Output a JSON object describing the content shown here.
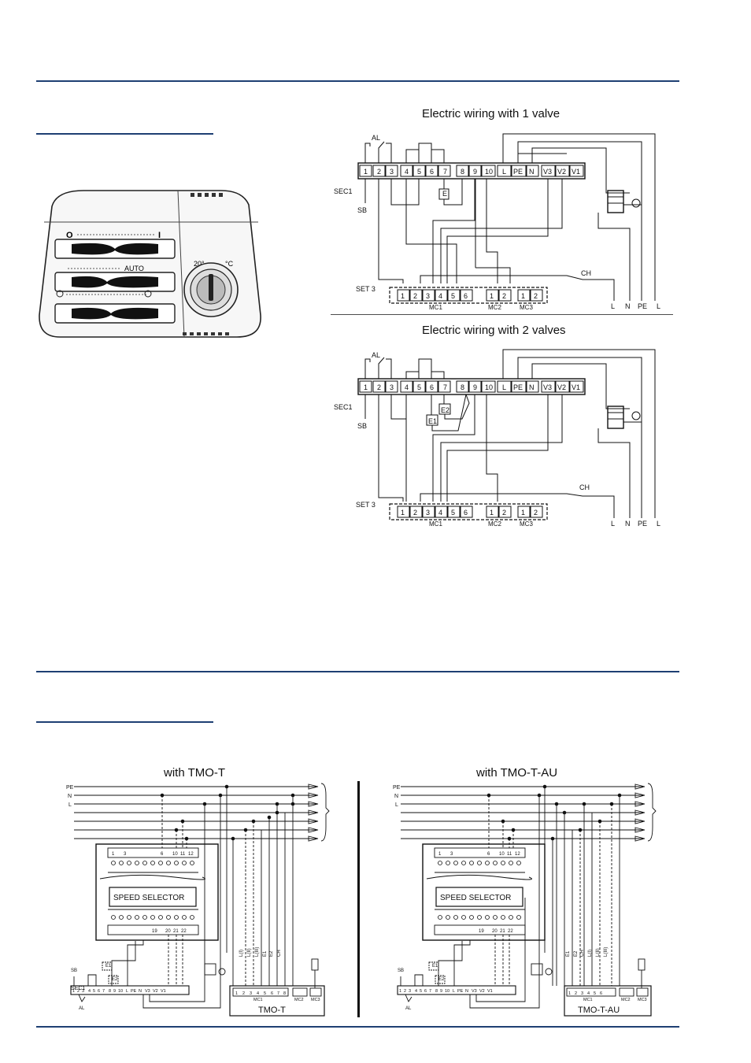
{
  "section1": {
    "title_1valve": "Electric wiring with 1 valve",
    "title_2valves": "Electric wiring with 2 valves",
    "thermostat": {
      "labels": [
        "O",
        "I",
        "AUTO",
        "20°",
        "°C"
      ]
    },
    "terminals_top": [
      "1",
      "2",
      "3",
      "4",
      "5",
      "6",
      "7",
      "8",
      "9",
      "10",
      "L",
      "PE",
      "N",
      "V3",
      "V2",
      "V1"
    ],
    "labels": {
      "al": "AL",
      "sec1": "SEC1",
      "sb": "SB",
      "e": "E",
      "e1": "E1",
      "e2": "E2",
      "ch": "CH",
      "set3": "SET 3",
      "mc1": "MC1",
      "mc2": "MC2",
      "mc3": "MC3",
      "supply": [
        "L",
        "N",
        "PE",
        "L"
      ]
    },
    "terminals_bottom_mc1": [
      "1",
      "2",
      "3",
      "4",
      "5",
      "6"
    ],
    "terminals_bottom_mc2": [
      "1",
      "2"
    ],
    "terminals_bottom_mc3": [
      "1",
      "2"
    ]
  },
  "section2": {
    "title_left": "with TMO-T",
    "title_right": "with TMO-T-AU",
    "bus_labels": [
      "PE",
      "N",
      "L"
    ],
    "speed_selector": "SPEED SELECTOR",
    "selector_top_terminals": [
      "1",
      "3",
      "6",
      "10",
      "11",
      "12"
    ],
    "selector_bottom_terminals": [
      "19",
      "20",
      "21",
      "22"
    ],
    "sec1_terminals": [
      "1",
      "2",
      "3",
      "4",
      "5",
      "6",
      "7",
      "8",
      "9",
      "10",
      "L",
      "PE",
      "N",
      "V3",
      "V2",
      "V1"
    ],
    "sec1": "SEC1",
    "sb": "SB",
    "al": "AL",
    "e1": "E1",
    "e2": "E2",
    "tmo_left": "TMO-T",
    "tmo_right": "TMO-T-AU",
    "tmo_terminals": [
      "1",
      "2",
      "3",
      "4",
      "5",
      "6",
      "7",
      "8"
    ],
    "mc1": "MC1",
    "mc2": "MC2",
    "mc3": "MC3",
    "wire_labels_left": [
      "E1",
      "E2",
      "CH",
      "L(I)",
      "L(II)",
      "L(III)"
    ],
    "wire_labels_right": [
      "E1",
      "E2",
      "CH",
      "L(I)",
      "L(II)",
      "L(III)"
    ]
  },
  "colors": {
    "rule": "#1e3f73",
    "ink": "#111111"
  }
}
